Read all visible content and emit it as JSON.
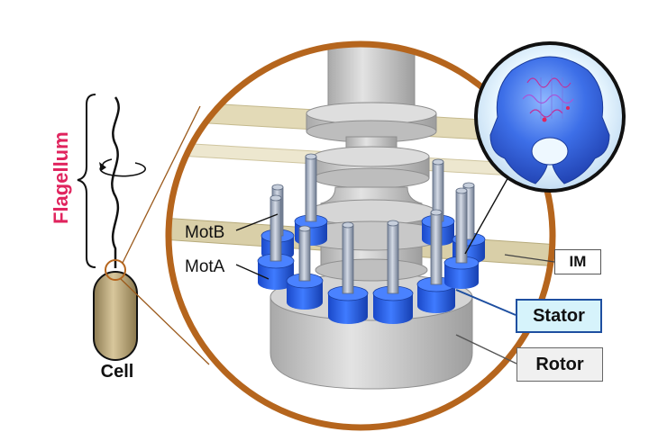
{
  "labels": {
    "flagellum": "Flagellum",
    "cell": "Cell",
    "motb": "MotB",
    "mota": "MotA",
    "im": "IM",
    "stator": "Stator",
    "rotor": "Rotor"
  },
  "colors": {
    "flagellum_label": "#e0245e",
    "zoom_ring": "#b5651d",
    "stator_blue": "#2860e0",
    "stator_box_fill": "#d6f3fb",
    "stator_box_border": "#1e4fa0",
    "rotor_gray": "#cfcfcf",
    "membrane": "#d9cfa8",
    "cell_body": "#b8a57a"
  }
}
